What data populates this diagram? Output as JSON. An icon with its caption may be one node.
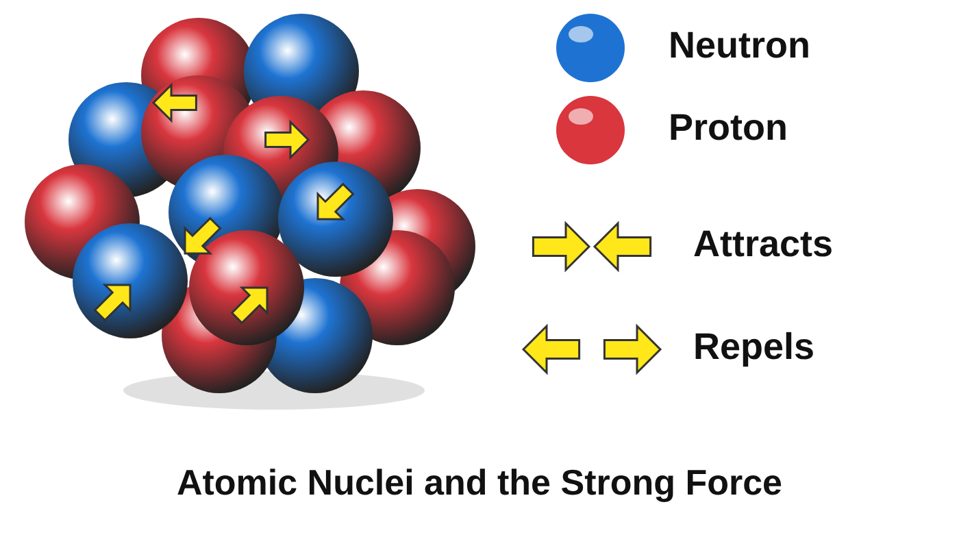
{
  "diagram": {
    "title": "Atomic Nuclei and the Strong Force",
    "legend": [
      {
        "text": "Neutron",
        "color": "#1e73d2"
      },
      {
        "text": "Proton",
        "color": "#d9363e"
      },
      {
        "text": "Attracts"
      },
      {
        "text": "Repels"
      }
    ]
  }
}
